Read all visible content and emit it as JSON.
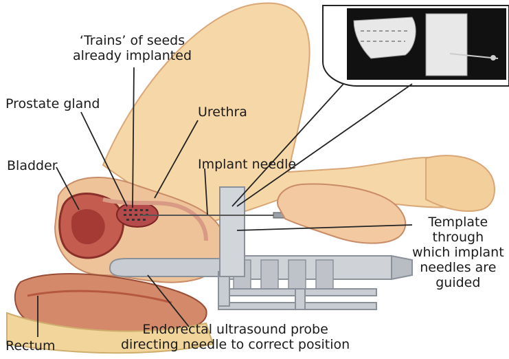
{
  "labels": {
    "trains": [
      "‘Trains’ of seeds",
      "already implanted"
    ],
    "prostate": "Prostate gland",
    "urethra": "Urethra",
    "bladder": "Bladder",
    "implant_needle": "Implant needle",
    "template": [
      "Template",
      "through",
      "which implant",
      "needles are",
      "guided"
    ],
    "probe": [
      "Endorectal ultrasound probe",
      "directing needle to correct position"
    ],
    "rectum": "Rectum"
  },
  "colors": {
    "skin": "#f6d7a7",
    "skin_shadow": "#e8b98a",
    "tissue": "#d88b7a",
    "organ": "#b54a4a",
    "device": "#c9ccd2",
    "device_shadow": "#9aa0a8",
    "inset_bg": "#111111",
    "leader": "#222222"
  }
}
